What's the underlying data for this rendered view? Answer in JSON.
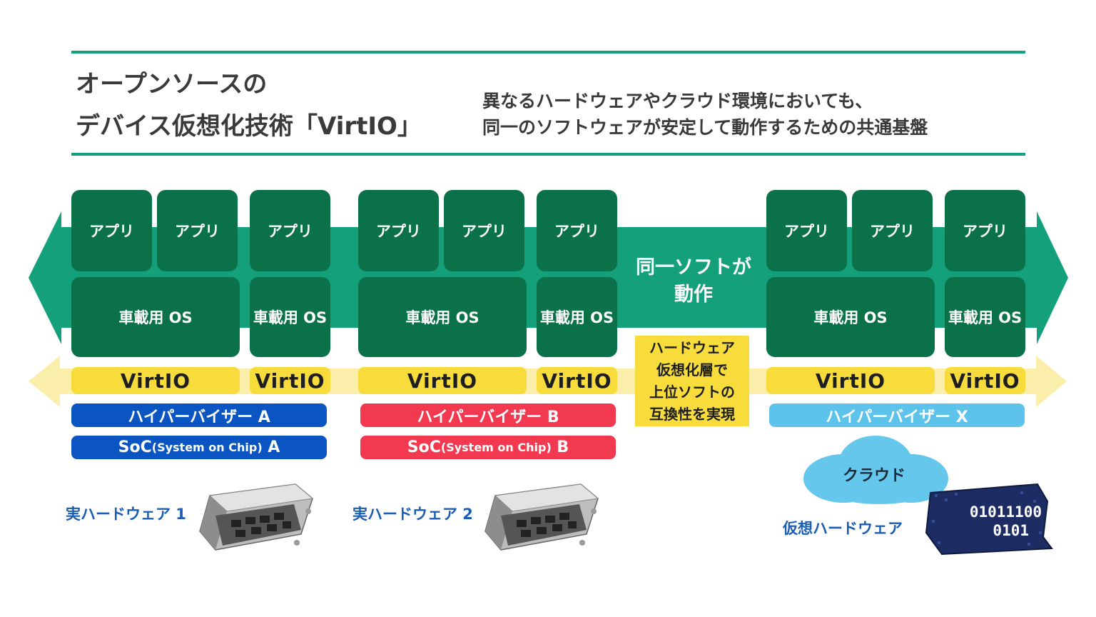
{
  "header": {
    "title_line1": "オープンソースの",
    "title_line2": "デバイス仮想化技術「VirtIO」",
    "subtitle_line1": "異なるハードウェアやクラウド環境においても、",
    "subtitle_line2": "同一のソフトウェアが安定して動作するための共通基盤"
  },
  "center": {
    "same_soft_line1": "同一ソフトが",
    "same_soft_line2": "動作",
    "note_lines": [
      "ハードウェア",
      "仮想化層で",
      "上位ソフトの",
      "互換性を実現"
    ]
  },
  "labels": {
    "app": "アプリ",
    "os": "車載用 OS",
    "virtio": "VirtIO"
  },
  "stacks": [
    {
      "hypervisor": "ハイパーバイザー A",
      "soc_main": "SoC",
      "soc_small": "(System on Chip)",
      "soc_suffix": " A",
      "hardware": "実ハードウェア 1"
    },
    {
      "hypervisor": "ハイパーバイザー B",
      "soc_main": "SoC",
      "soc_small": "(System on Chip)",
      "soc_suffix": " B",
      "hardware": "実ハードウェア 2"
    },
    {
      "hypervisor": "ハイパーバイザー X",
      "cloud": "クラウド",
      "hardware": "仮想ハードウェア",
      "binary_line1": "01011100",
      "binary_line2": "0101"
    }
  ],
  "colors": {
    "green_arrow": "#13a07a",
    "dark_green": "#0b7148",
    "yellow": "#f7dc3c",
    "blue_a": "#0a55c2",
    "red_b": "#f2394f",
    "light_blue_x": "#5ec3ea",
    "cloud": "#66c7ec"
  }
}
